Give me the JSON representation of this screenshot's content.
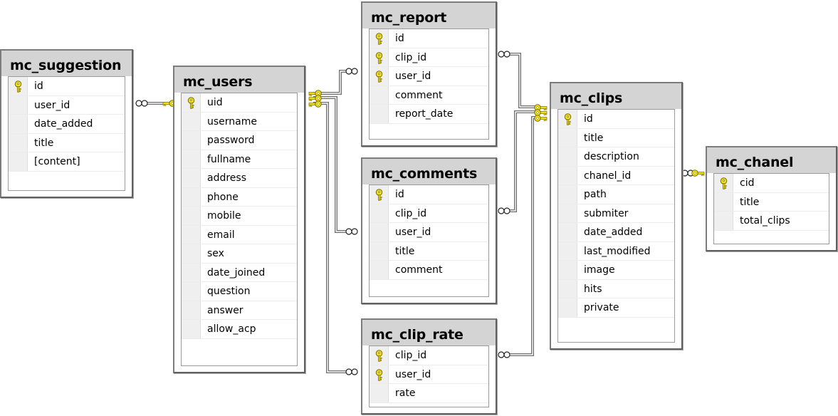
{
  "tables": {
    "mc_suggestion": {
      "name": "mc_suggestion",
      "columns": [
        {
          "name": "id",
          "pk": true
        },
        {
          "name": "user_id",
          "pk": false
        },
        {
          "name": "date_added",
          "pk": false
        },
        {
          "name": "title",
          "pk": false
        },
        {
          "name": "[content]",
          "pk": false
        }
      ]
    },
    "mc_users": {
      "name": "mc_users",
      "columns": [
        {
          "name": "uid",
          "pk": true
        },
        {
          "name": "username",
          "pk": false
        },
        {
          "name": "password",
          "pk": false
        },
        {
          "name": "fullname",
          "pk": false
        },
        {
          "name": "address",
          "pk": false
        },
        {
          "name": "phone",
          "pk": false
        },
        {
          "name": "mobile",
          "pk": false
        },
        {
          "name": "email",
          "pk": false
        },
        {
          "name": "sex",
          "pk": false
        },
        {
          "name": "date_joined",
          "pk": false
        },
        {
          "name": "question",
          "pk": false
        },
        {
          "name": "answer",
          "pk": false
        },
        {
          "name": "allow_acp",
          "pk": false
        }
      ]
    },
    "mc_report": {
      "name": "mc_report",
      "columns": [
        {
          "name": "id",
          "pk": true
        },
        {
          "name": "clip_id",
          "pk": true
        },
        {
          "name": "user_id",
          "pk": true
        },
        {
          "name": "comment",
          "pk": false
        },
        {
          "name": "report_date",
          "pk": false
        }
      ]
    },
    "mc_comments": {
      "name": "mc_comments",
      "columns": [
        {
          "name": "id",
          "pk": true
        },
        {
          "name": "clip_id",
          "pk": false
        },
        {
          "name": "user_id",
          "pk": false
        },
        {
          "name": "title",
          "pk": false
        },
        {
          "name": "comment",
          "pk": false
        }
      ]
    },
    "mc_clip_rate": {
      "name": "mc_clip_rate",
      "columns": [
        {
          "name": "clip_id",
          "pk": true
        },
        {
          "name": "user_id",
          "pk": true
        },
        {
          "name": "rate",
          "pk": false
        }
      ]
    },
    "mc_clips": {
      "name": "mc_clips",
      "columns": [
        {
          "name": "id",
          "pk": true
        },
        {
          "name": "title",
          "pk": false
        },
        {
          "name": "description",
          "pk": false
        },
        {
          "name": "chanel_id",
          "pk": false
        },
        {
          "name": "path",
          "pk": false
        },
        {
          "name": "submiter",
          "pk": false
        },
        {
          "name": "date_added",
          "pk": false
        },
        {
          "name": "last_modified",
          "pk": false
        },
        {
          "name": "image",
          "pk": false
        },
        {
          "name": "hits",
          "pk": false
        },
        {
          "name": "private",
          "pk": false
        }
      ]
    },
    "mc_chanel": {
      "name": "mc_chanel",
      "columns": [
        {
          "name": "cid",
          "pk": true
        },
        {
          "name": "title",
          "pk": false
        },
        {
          "name": "total_clips",
          "pk": false
        }
      ]
    }
  },
  "relationships": [
    {
      "from": "mc_suggestion",
      "to": "mc_users",
      "cardinality": "many-to-one"
    },
    {
      "from": "mc_report",
      "to": "mc_users",
      "cardinality": "many-to-one"
    },
    {
      "from": "mc_comments",
      "to": "mc_users",
      "cardinality": "many-to-one"
    },
    {
      "from": "mc_clip_rate",
      "to": "mc_users",
      "cardinality": "many-to-one"
    },
    {
      "from": "mc_report",
      "to": "mc_clips",
      "cardinality": "many-to-one"
    },
    {
      "from": "mc_comments",
      "to": "mc_clips",
      "cardinality": "many-to-one"
    },
    {
      "from": "mc_clip_rate",
      "to": "mc_clips",
      "cardinality": "many-to-one"
    },
    {
      "from": "mc_clips",
      "to": "mc_chanel",
      "cardinality": "many-to-one"
    }
  ],
  "colors": {
    "header": "#d4d4d4",
    "key_fill": "#f2e21a",
    "key_stroke": "#7a6a00",
    "line": "#6f6f6f"
  }
}
